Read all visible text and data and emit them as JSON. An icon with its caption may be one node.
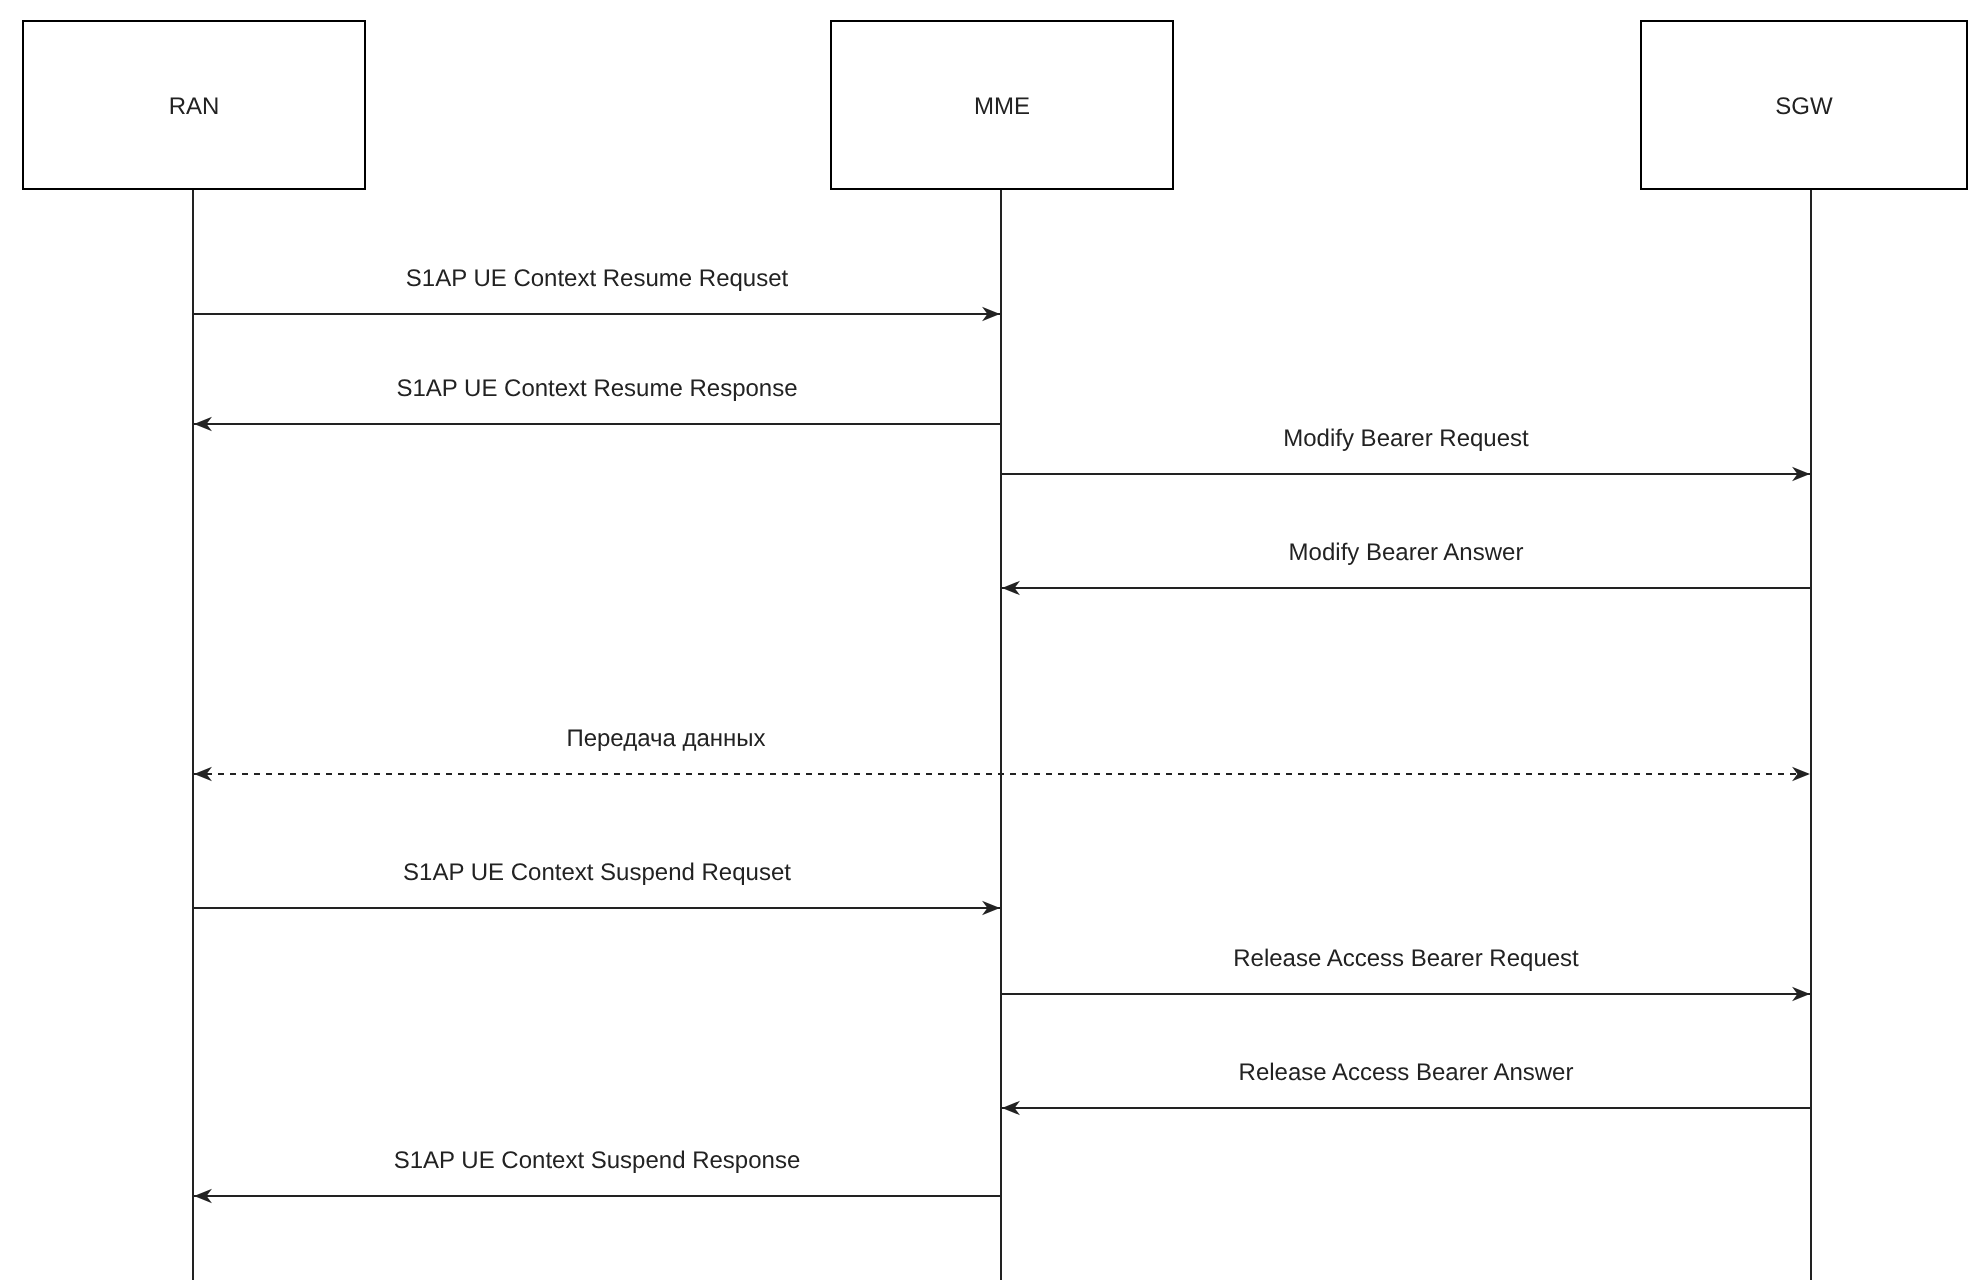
{
  "diagram": {
    "nodes": [
      {
        "text": [
          "RAN"
        ]
      },
      {
        "text": [
          "MME"
        ]
      },
      {
        "text": [
          "SGW"
        ]
      },
      {
        "text": [],
        "shape": "bar"
      },
      {
        "text": [],
        "shape": "bar"
      },
      {
        "text": [],
        "shape": "bar"
      }
    ],
    "edges": [
      {
        "from": 3,
        "to": 4,
        "arrow": "to",
        "label": "S1AP UE Context Resume Requset"
      },
      {
        "from": 4,
        "to": 3,
        "arrow": "to",
        "label": "S1AP UE Context Resume Response"
      },
      {
        "from": 4,
        "to": 5,
        "arrow": "to",
        "label": "Modify Bearer Request"
      },
      {
        "from": 5,
        "to": 4,
        "arrow": "to",
        "label": "Modify Bearer Answer"
      },
      {
        "from": 3,
        "to": 5,
        "arrow": "both",
        "label": "Передача данных",
        "style": "dashed"
      },
      {
        "from": 3,
        "to": 4,
        "arrow": "to",
        "label": "S1AP UE Context Suspend Requset"
      },
      {
        "from": 4,
        "to": 5,
        "arrow": "to",
        "label": "Release Access Bearer Request"
      },
      {
        "from": 5,
        "to": 4,
        "arrow": "to",
        "label": "Release Access Bearer Answer"
      },
      {
        "from": 4,
        "to": 3,
        "arrow": "to",
        "label": "S1AP UE Context Suspend Response"
      }
    ]
  }
}
